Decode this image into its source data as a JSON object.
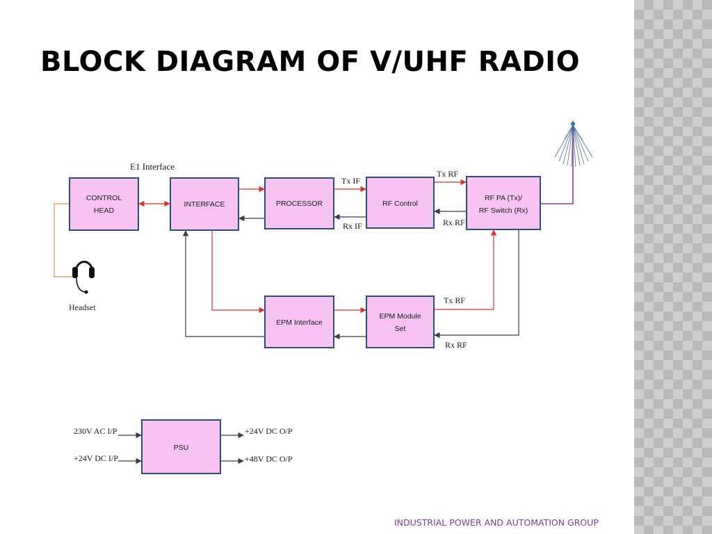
{
  "slide": {
    "title": "BLOCK DIAGRAM OF V/UHF RADIO",
    "footer": "INDUSTRIAL POWER AND AUTOMATION GROUP"
  },
  "diagram": {
    "bus_label": "E1 Interface",
    "headset_label": "Headset",
    "blocks": {
      "control_head": [
        "CONTROL",
        "HEAD"
      ],
      "interface": [
        "INTERFACE"
      ],
      "processor": [
        "PROCESSOR"
      ],
      "rf_control": [
        "RF Control"
      ],
      "rf_pa": [
        "RF PA (Tx)/",
        "RF Switch (Rx)"
      ],
      "epm_interface": [
        "EPM Interface"
      ],
      "epm_module": [
        "EPM Module",
        "Set"
      ],
      "psu": [
        "PSU"
      ]
    },
    "signals": {
      "tx_if": "Tx IF",
      "rx_if": "Rx IF",
      "tx_rf_top": "Tx RF",
      "rx_rf_top": "Rx RF",
      "tx_rf_bottom": "Tx RF",
      "rx_rf_bottom": "Rx RF"
    },
    "psu_io": {
      "in_ac": "230V AC I/P",
      "in_dc": "+24V DC I/P",
      "out_24": "+24V DC O/P",
      "out_48": "+48V DC O/P"
    }
  },
  "colors": {
    "block_fill": "#f5c2f2",
    "block_border": "#2c4d7a",
    "tx_arrow": "#d9322f",
    "rx_arrow": "#3a3a4a",
    "footer_text": "#7a3f8f"
  }
}
